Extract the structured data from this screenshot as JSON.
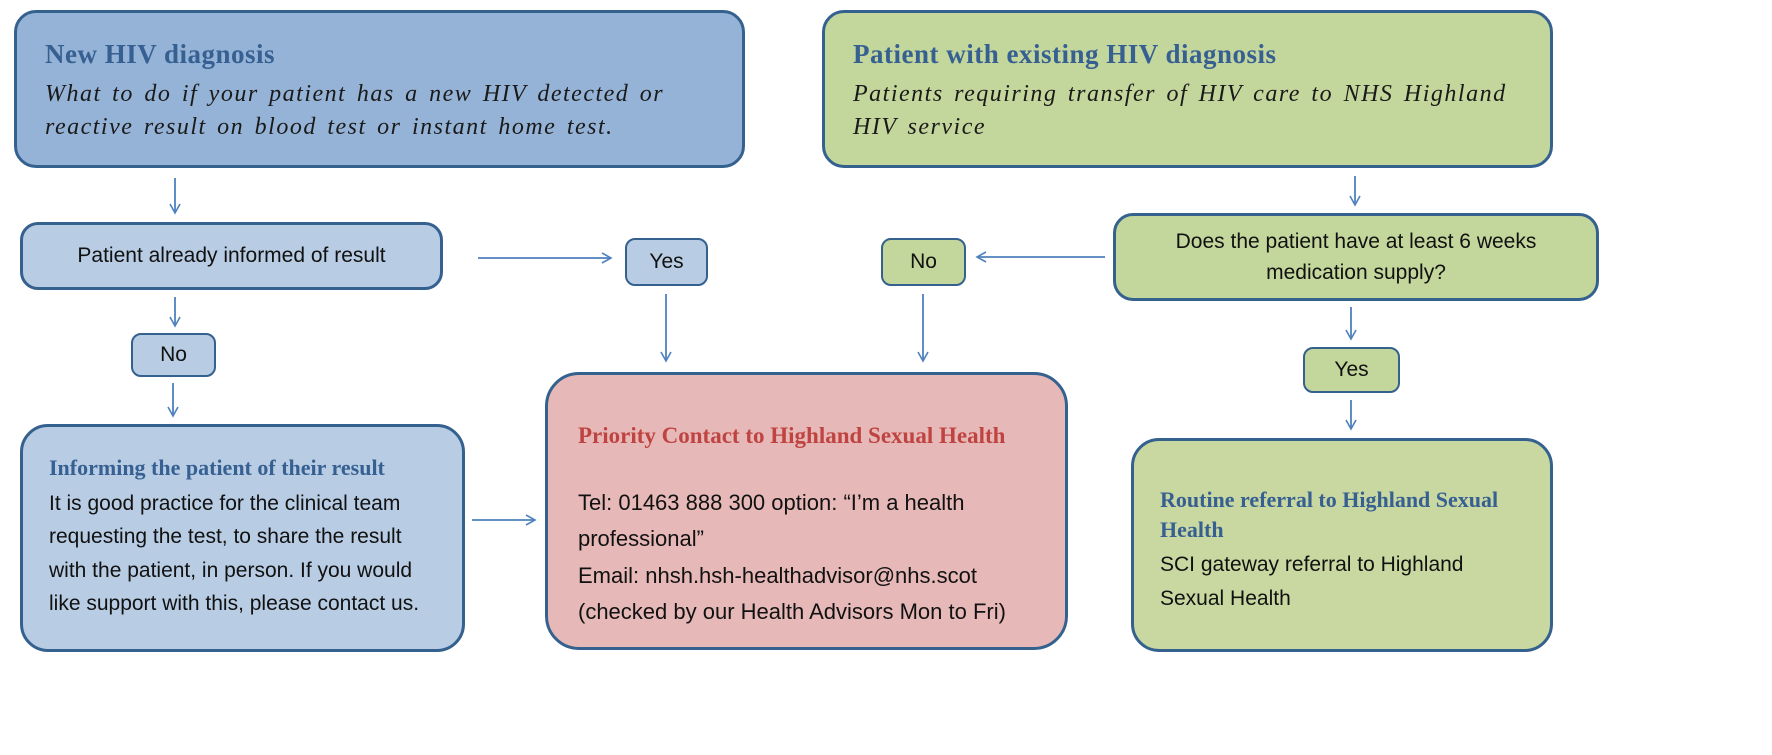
{
  "colors": {
    "header_blue_fill": "#95b3d7",
    "light_blue_fill": "#b8cce4",
    "green_fill": "#c3d69b",
    "red_fill": "#e6b9b8",
    "border": "#35618f",
    "arrow": "#4f81bd",
    "heading_blue": "#376092",
    "heading_red": "#bf4340"
  },
  "boxes": {
    "new_diagnosis": {
      "title": "New HIV diagnosis",
      "body": "What to do if your patient has a new HIV detected or reactive result on blood test or instant home test."
    },
    "existing_diagnosis": {
      "title": "Patient with existing HIV diagnosis",
      "body": "Patients requiring transfer of HIV care to NHS Highland HIV service"
    },
    "informed": {
      "label": "Patient already informed of result"
    },
    "yes_left": {
      "label": "Yes"
    },
    "no_mid": {
      "label": "No"
    },
    "medication": {
      "label": "Does the patient have at least 6 weeks medication supply?"
    },
    "no_left": {
      "label": "No"
    },
    "informing": {
      "title": "Informing the patient of their result",
      "body": "It is good practice for the clinical team requesting the test, to share the result with the patient, in person. If you would like support with this, please contact us."
    },
    "priority": {
      "title": "Priority Contact to Highland Sexual Health",
      "tel": "Tel: 01463 888 300 option: “I’m a health professional”",
      "email": "Email: nhsh.hsh-healthadvisor@nhs.scot (checked by our Health Advisors Mon to Fri)"
    },
    "yes_right": {
      "label": "Yes"
    },
    "routine": {
      "title": "Routine referral to Highland Sexual Health",
      "body": "SCI gateway referral to Highland Sexual Health"
    }
  }
}
